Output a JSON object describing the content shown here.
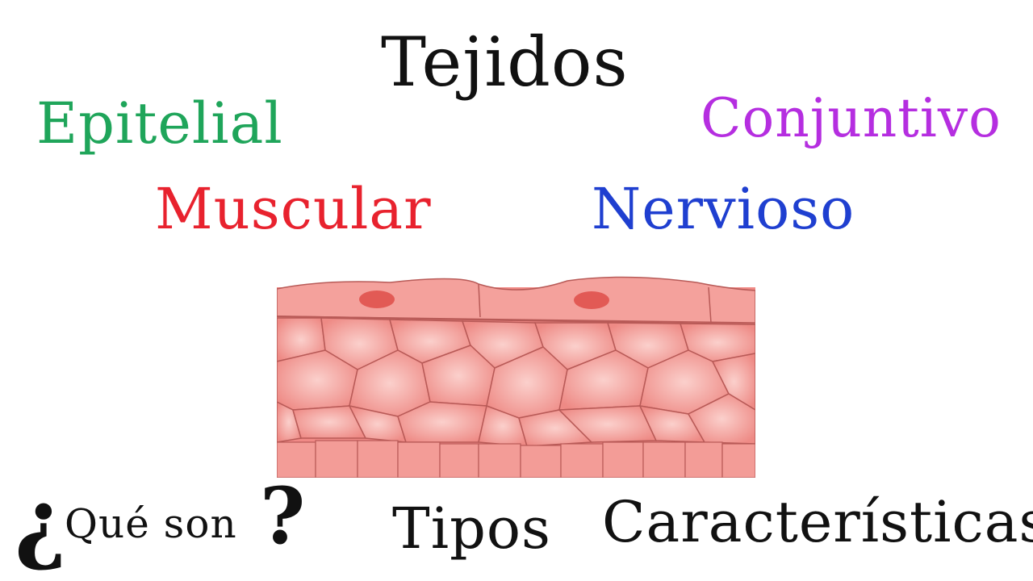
{
  "title": "Tejidos",
  "types": {
    "epitelial": "Epitelial",
    "conjuntivo": "Conjuntivo",
    "muscular": "Muscular",
    "nervioso": "Nervioso"
  },
  "bottom": {
    "open_mark": "¿",
    "que_son": "Qué son",
    "close_mark": "?",
    "tipos": "Tipos",
    "caracteristicas": "Características"
  },
  "colors": {
    "epitelial": "#1fa55a",
    "conjuntivo": "#b52ee0",
    "muscular": "#e8222e",
    "nervioso": "#1f3fd0",
    "tissue_base": "#f08a86",
    "tissue_cell": "#f7b3ae",
    "tissue_line": "#b85a57",
    "nucleus": "#e25a55"
  },
  "illustration": {
    "name": "epithelial-tissue-illustration"
  }
}
